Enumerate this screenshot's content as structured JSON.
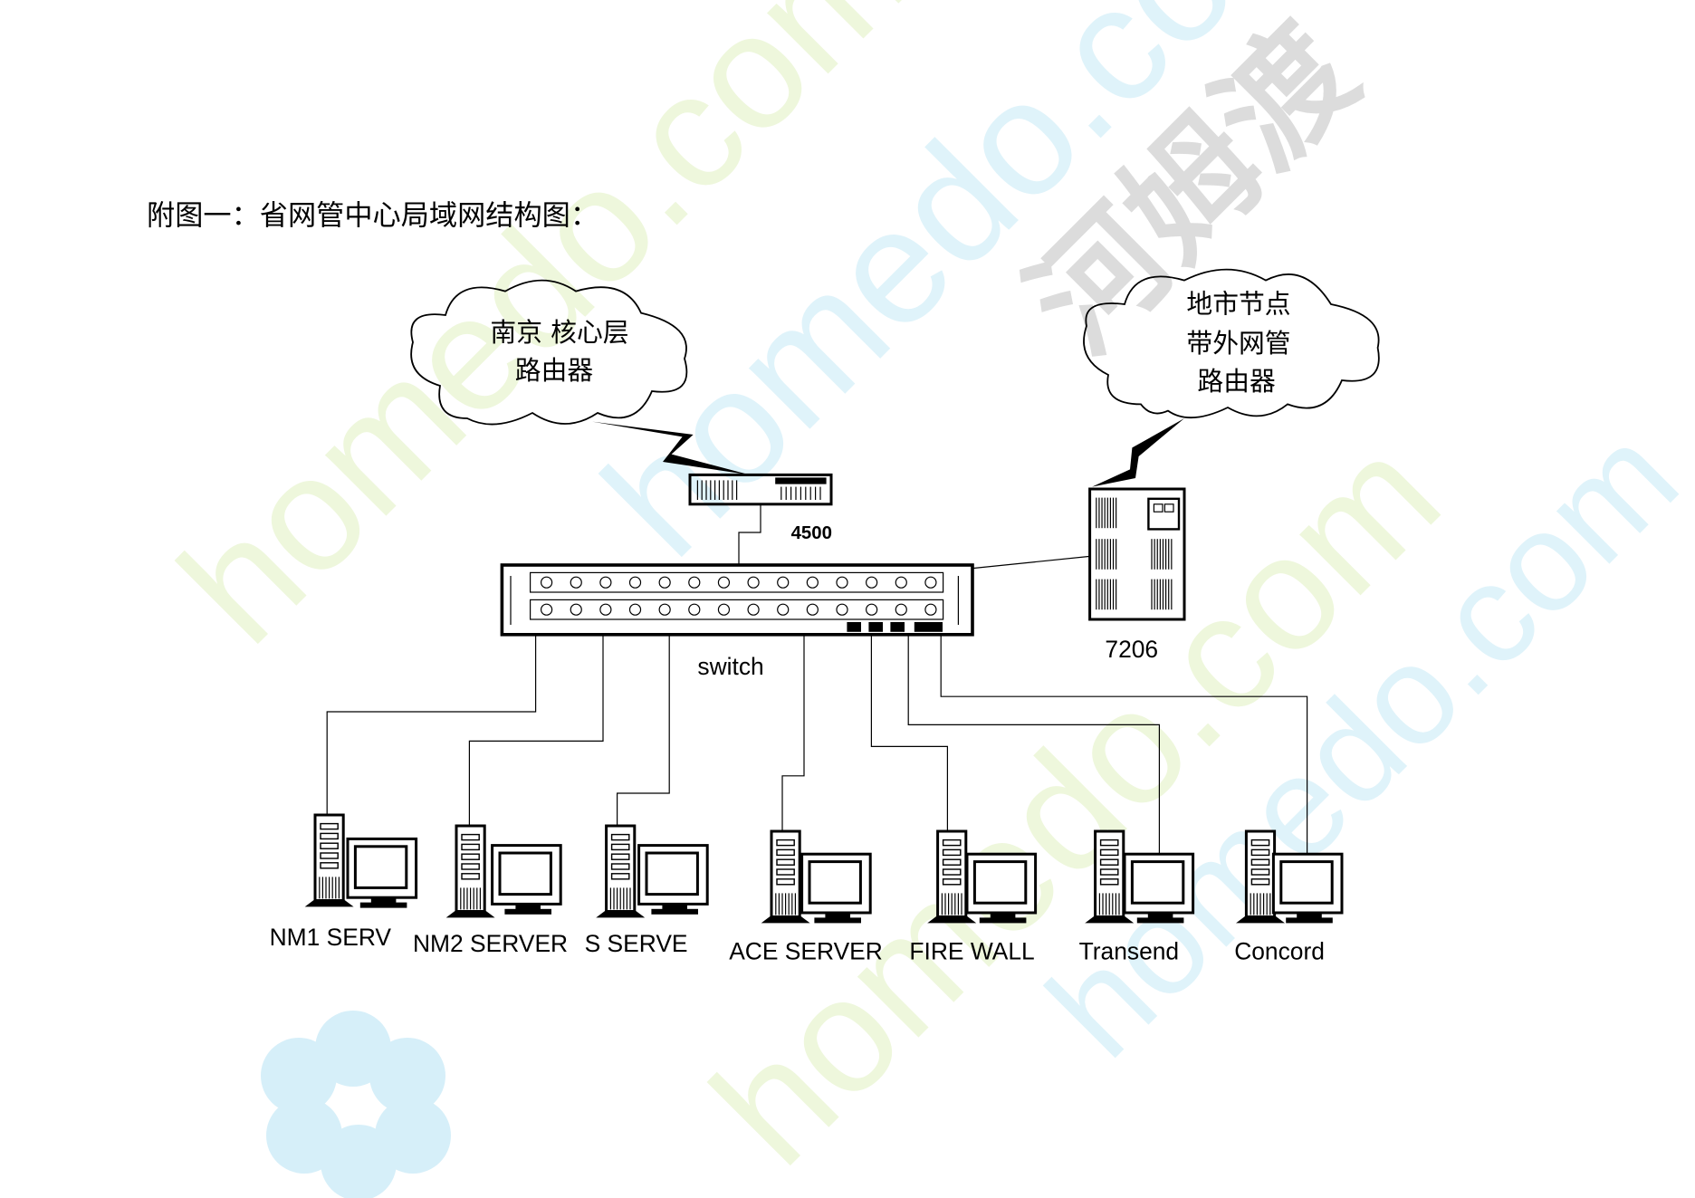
{
  "title": "附图一：省网管中心局域网结构图：",
  "watermarks": {
    "site": "homedo.com",
    "brand": "河姆渡"
  },
  "clouds": {
    "left": {
      "lines": [
        "南京 核心层",
        "路由器"
      ]
    },
    "right": {
      "lines": [
        "地市节点",
        "带外网管",
        "路由器"
      ]
    }
  },
  "devices": {
    "router_label": "4500",
    "router2_label": "7206",
    "switch_label": "switch"
  },
  "hosts": [
    {
      "label": "NM1 SERV"
    },
    {
      "label": "NM2 SERVER"
    },
    {
      "label": "S SERVE"
    },
    {
      "label": "ACE SERVER"
    },
    {
      "label": "FIRE WALL"
    },
    {
      "label": "Transend"
    },
    {
      "label": "Concord"
    }
  ],
  "colors": {
    "line": "#000000",
    "wm_blue": "#d9f1fa",
    "wm_green": "#eef7dc",
    "wm_gray": "#dcdcdc"
  }
}
